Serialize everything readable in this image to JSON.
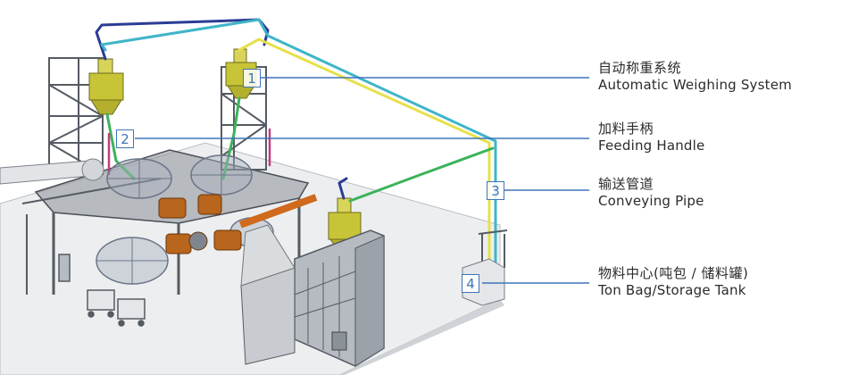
{
  "callouts": [
    {
      "number": "1",
      "zh": "自动称重系统",
      "en": "Automatic Weighing System"
    },
    {
      "number": "2",
      "zh": "加料手柄",
      "en": "Feeding Handle"
    },
    {
      "number": "3",
      "zh": "输送管道",
      "en": "Conveying Pipe"
    },
    {
      "number": "4",
      "zh": "物料中心(吨包 / 储料罐)",
      "en": "Ton Bag/Storage Tank"
    }
  ],
  "colors": {
    "leader_line": "#3e75b8",
    "pipe_cyan": "#3fb5c8",
    "pipe_yellow": "#e6e04a",
    "pipe_green": "#3bb35a",
    "hopper": "#c8c437",
    "frame": "#555b63",
    "floor": "#eceeef",
    "wheel": "#8f98ab",
    "mixer": "#b8651e",
    "cabinet": "#a5aab1"
  }
}
